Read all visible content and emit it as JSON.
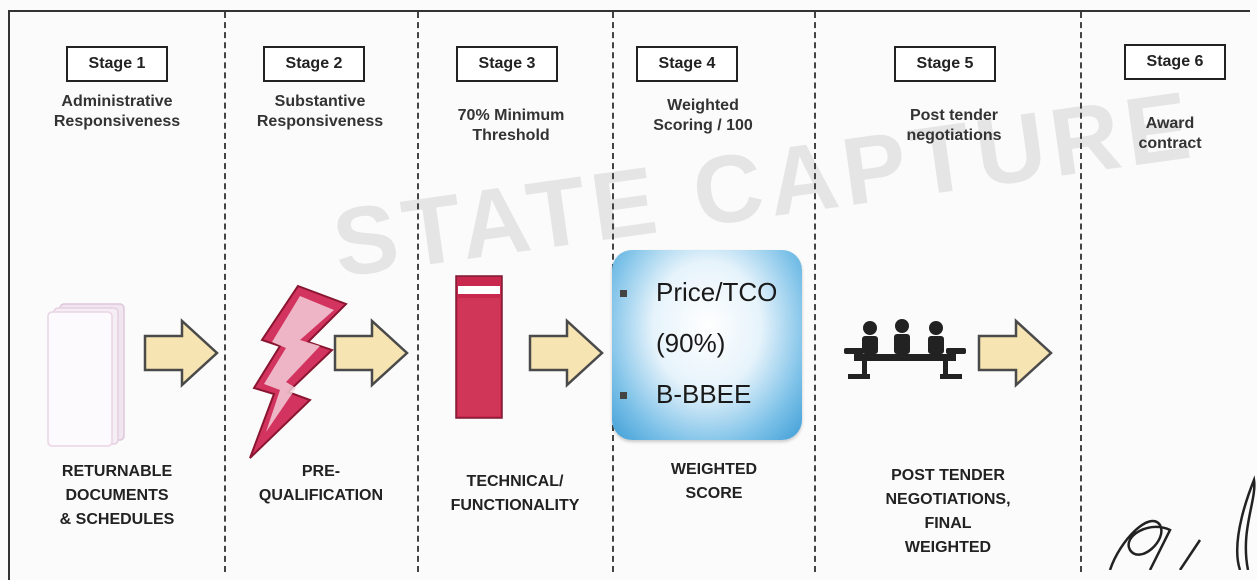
{
  "watermark": "STATE CAPTURE",
  "stages": [
    {
      "box": "Stage 1",
      "line1": "Administrative",
      "line2": "Responsiveness",
      "bottom1": "RETURNABLE",
      "bottom2": "DOCUMENTS",
      "bottom3": "& SCHEDULES",
      "bottom4": ""
    },
    {
      "box": "Stage 2",
      "line1": "Substantive",
      "line2": "Responsiveness",
      "bottom1": "PRE-",
      "bottom2": "QUALIFICATION",
      "bottom3": "",
      "bottom4": ""
    },
    {
      "box": "Stage 3",
      "line1": "70% Minimum",
      "line2": "Threshold",
      "bottom1": "TECHNICAL/",
      "bottom2": "FUNCTIONALITY",
      "bottom3": "",
      "bottom4": ""
    },
    {
      "box": "Stage 4",
      "line1": "Weighted",
      "line2": "Scoring / 100",
      "bottom1": "WEIGHTED",
      "bottom2": "SCORE",
      "bottom3": "",
      "bottom4": ""
    },
    {
      "box": "Stage 5",
      "line1": "Post tender",
      "line2": "negotiations",
      "bottom1": "POST TENDER",
      "bottom2": "NEGOTIATIONS,",
      "bottom3": "FINAL",
      "bottom4": "WEIGHTED"
    },
    {
      "box": "Stage 6",
      "line1": "Award",
      "line2": "contract",
      "bottom1": "",
      "bottom2": "",
      "bottom3": "",
      "bottom4": ""
    }
  ],
  "score_card": {
    "item1": "Price/TCO",
    "item1b": "(90%)",
    "item2": "B-BBEE"
  },
  "colors": {
    "arrow_fill": "#f7e4b3",
    "arrow_stroke": "#4a4a4a",
    "bar": "#c8284e",
    "bolt": "#d2345f",
    "card": "#5aaee0",
    "people": "#222222"
  }
}
